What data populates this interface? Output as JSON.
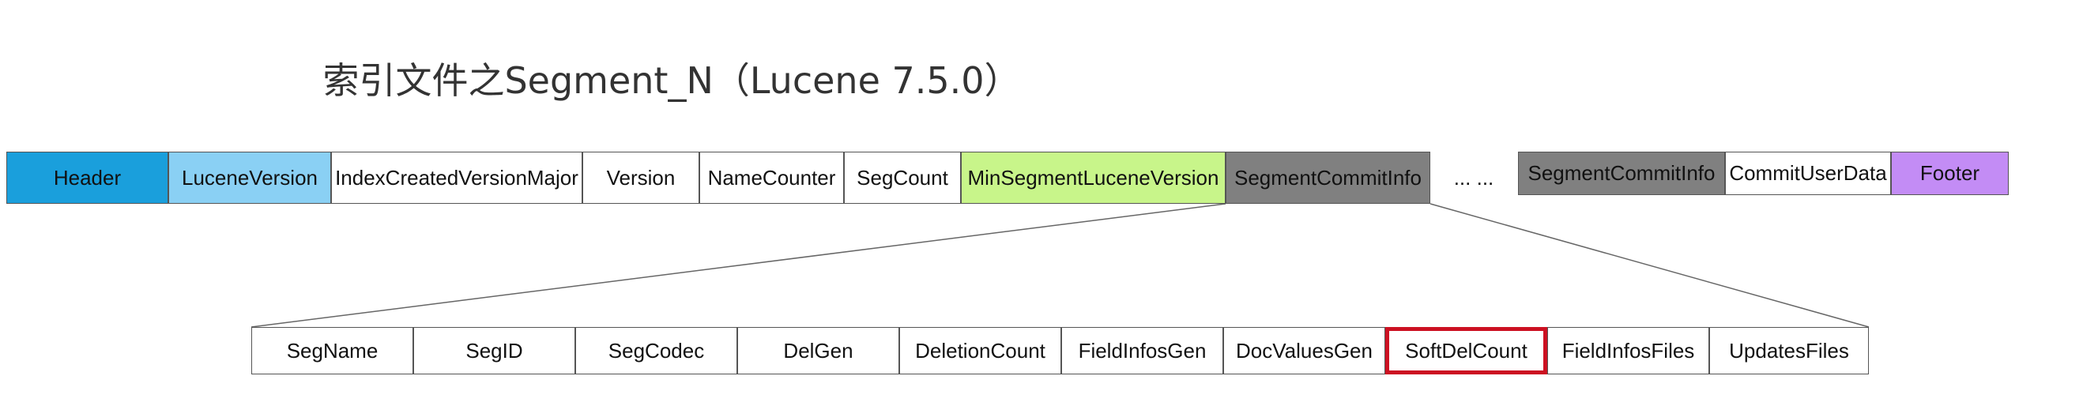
{
  "title": "索引文件之Segment_N（Lucene 7.5.0）",
  "top_row": [
    {
      "label": "Header",
      "color": "#1a9fdc"
    },
    {
      "label": "LuceneVersion",
      "color": "#8ad0f4"
    },
    {
      "label": "IndexCreatedVersionMajor",
      "color": "#ffffff"
    },
    {
      "label": "Version",
      "color": "#ffffff"
    },
    {
      "label": "NameCounter",
      "color": "#ffffff"
    },
    {
      "label": "SegCount",
      "color": "#ffffff"
    },
    {
      "label": "MinSegmentLuceneVersion",
      "color": "#c8f58a"
    },
    {
      "label": "SegmentCommitInfo",
      "color": "#808080"
    },
    {
      "label": "... ..."
    },
    {
      "label": "SegmentCommitInfo",
      "color": "#808080"
    },
    {
      "label": "CommitUserData",
      "color": "#ffffff"
    },
    {
      "label": "Footer",
      "color": "#c38cf5"
    }
  ],
  "detail_row": [
    {
      "label": "SegName"
    },
    {
      "label": "SegID"
    },
    {
      "label": "SegCodec"
    },
    {
      "label": "DelGen"
    },
    {
      "label": "DeletionCount"
    },
    {
      "label": "FieldInfosGen"
    },
    {
      "label": "DocValuesGen"
    },
    {
      "label": "SoftDelCount",
      "highlight_color": "#cc1122"
    },
    {
      "label": "FieldInfosFiles"
    },
    {
      "label": "UpdatesFiles"
    }
  ]
}
